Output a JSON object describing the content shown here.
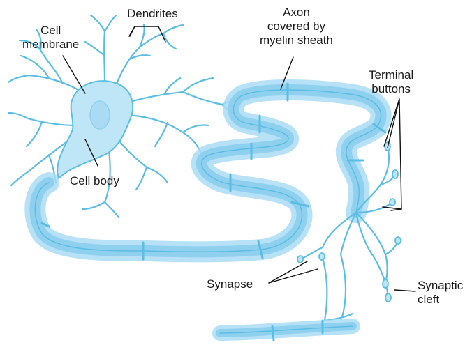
{
  "labels": {
    "dendrites": "Dendrites",
    "cell_membrane": [
      "Cell",
      "membrane"
    ],
    "axon": [
      "Axon",
      "covered by",
      "myelin sheath"
    ],
    "terminal_buttons": [
      "Terminal",
      "buttons"
    ],
    "cell_body": "Cell body",
    "synapse": "Synapse",
    "synaptic_cleft": [
      "Synaptic",
      "cleft"
    ]
  },
  "colors": {
    "line": "#5bbde4",
    "body_fill": "#bfe6f7",
    "myelin_outer": "#a9dcf4",
    "myelin_inner": "#8fd0ef",
    "leader": "#111111"
  }
}
